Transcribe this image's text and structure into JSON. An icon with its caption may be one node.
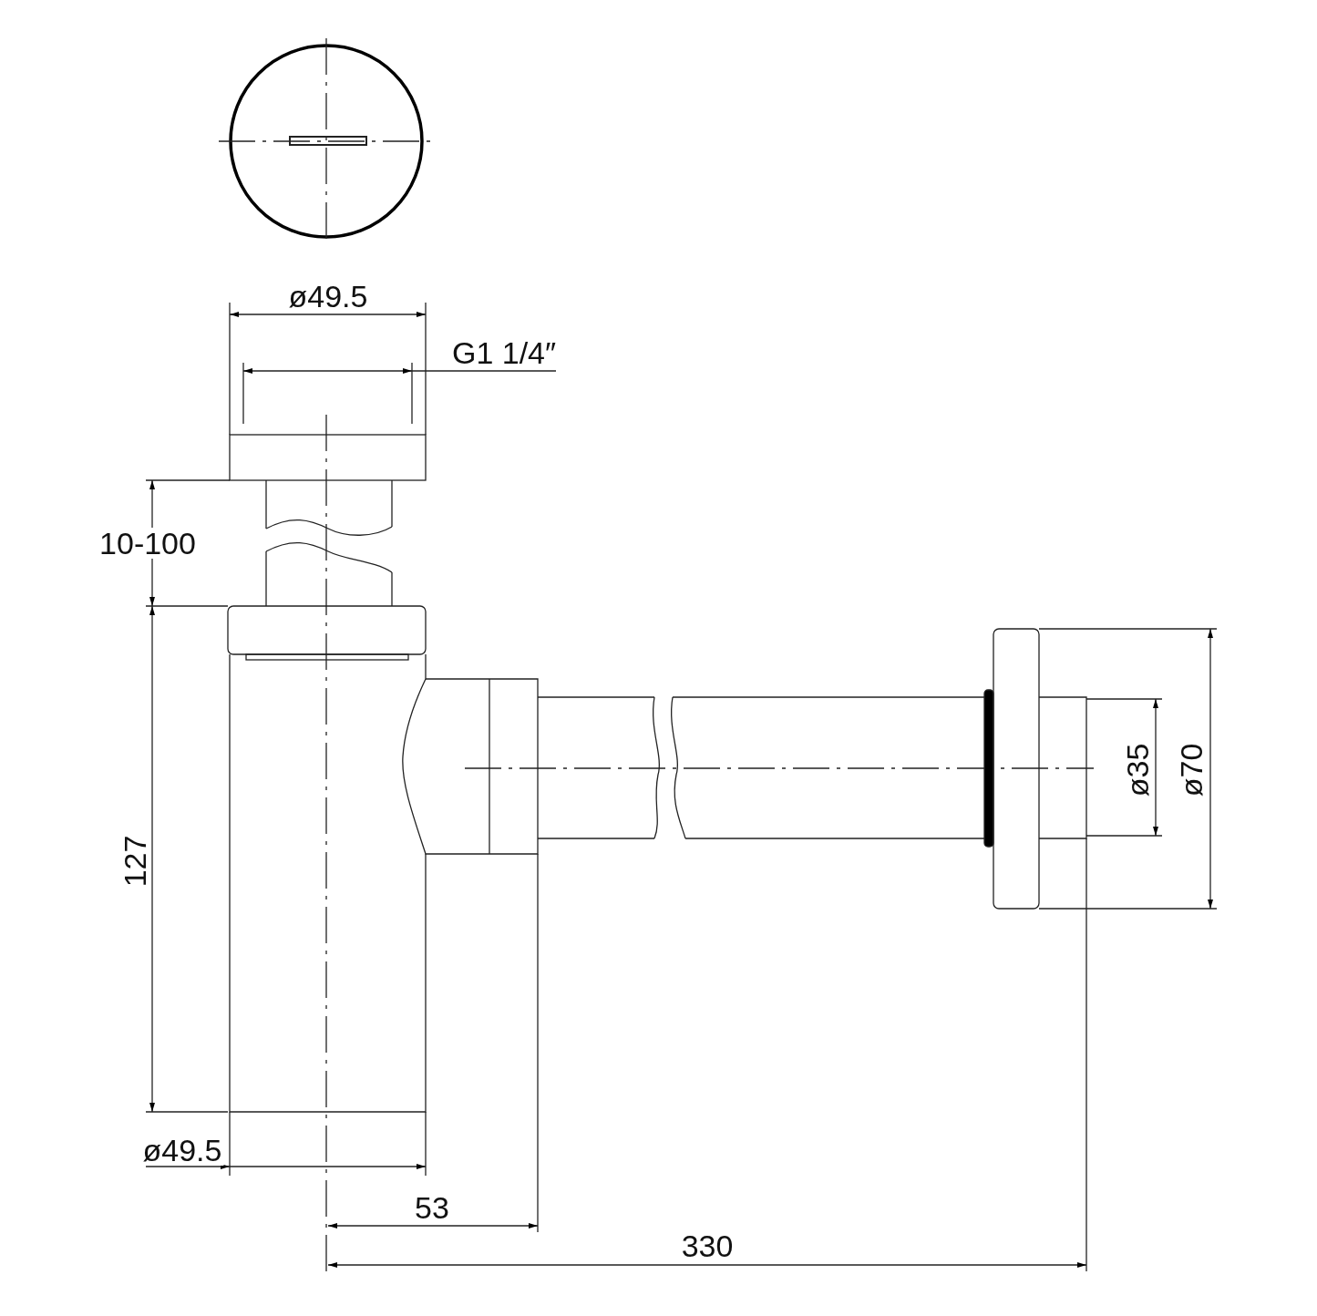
{
  "diagram": {
    "labels": [
      "ø49.5",
      "G1 1/4″",
      "10-100",
      "ø35",
      "ø70",
      "127",
      "ø49.5",
      "53",
      "330"
    ]
  }
}
